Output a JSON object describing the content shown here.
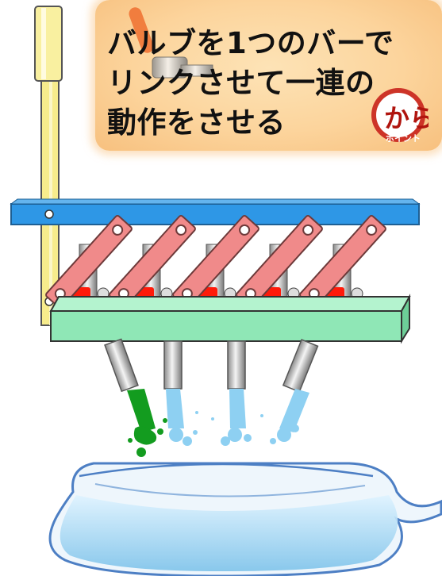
{
  "caption": {
    "lines": "バルブを1つのバーで\nリンクさせて一連の\n動作をさせる"
  },
  "badge": {
    "main_text": "からくり",
    "sub_text": "ポイント"
  },
  "colors": {
    "top_bar": "#2e97e6",
    "valve_block": "#8fe7b6",
    "link_arm": "#f08a8a",
    "lever_rod": "#f7ec8c",
    "handle_red": "#ff1a0a",
    "green_liquid": "#139c1f",
    "water": "#8ed0f2",
    "caption_bg": "#fcd49c"
  }
}
